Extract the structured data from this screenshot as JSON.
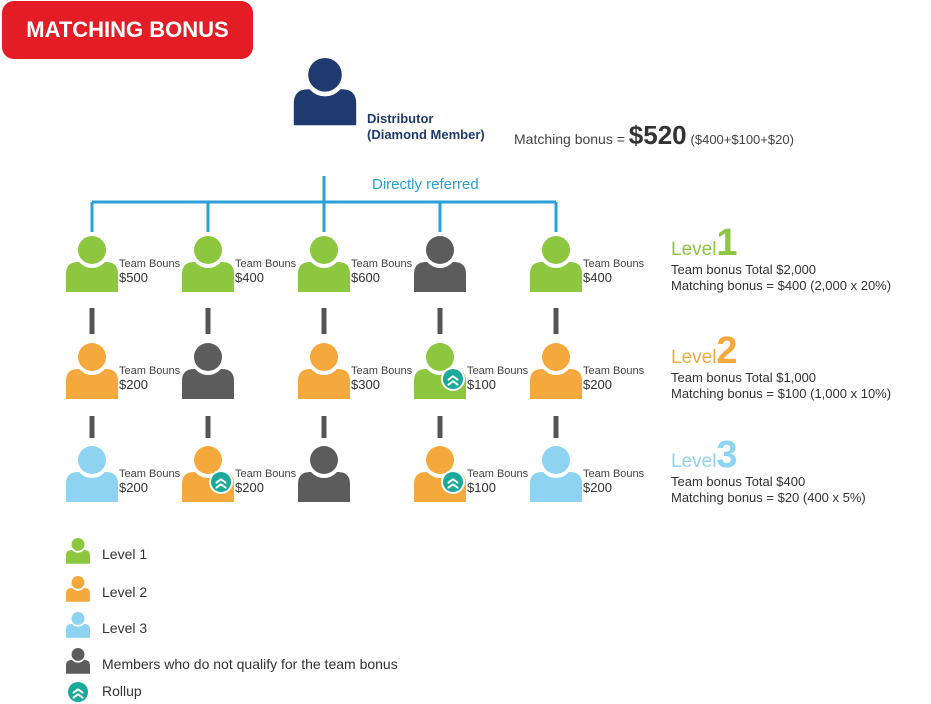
{
  "title": "MATCHING BONUS",
  "distributor": {
    "name": "Distributor\n(Diamond Member)",
    "matching_prefix": "Matching bonus = ",
    "matching_amount": "$520",
    "matching_breakdown": "($400+$100+$20)"
  },
  "directly_referred": "Directly referred",
  "team_label": "Team Bouns",
  "colors": {
    "level1": "#8dc63f",
    "level2": "#f5a93d",
    "level3": "#8ed3f1",
    "nonqualify": "#5c5c5c",
    "distributor": "#1f3a6e",
    "rollup": "#1aa99a",
    "line": "#2b9fd8"
  },
  "rows": [
    {
      "members": [
        {
          "type": "level1",
          "amount": "$500"
        },
        {
          "type": "level1",
          "amount": "$400"
        },
        {
          "type": "level1",
          "amount": "$600"
        },
        {
          "type": "nonqualify"
        },
        {
          "type": "level1",
          "amount": "$400"
        }
      ]
    },
    {
      "members": [
        {
          "type": "level2",
          "amount": "$200"
        },
        {
          "type": "nonqualify"
        },
        {
          "type": "level2",
          "amount": "$300"
        },
        {
          "type": "level1",
          "amount": "$100",
          "rollup": true
        },
        {
          "type": "level2",
          "amount": "$200"
        }
      ]
    },
    {
      "members": [
        {
          "type": "level3",
          "amount": "$200"
        },
        {
          "type": "level2",
          "amount": "$200",
          "rollup": true
        },
        {
          "type": "nonqualify"
        },
        {
          "type": "level2",
          "amount": "$100",
          "rollup": true
        },
        {
          "type": "level3",
          "amount": "$200"
        }
      ]
    }
  ],
  "levels": [
    {
      "word": "Level",
      "num": "1",
      "total": "Team bonus Total $2,000",
      "matching": "Matching bonus = $400 (2,000 x 20%)"
    },
    {
      "word": "Level",
      "num": "2",
      "total": "Team bonus Total $1,000",
      "matching": "Matching bonus = $100 (1,000 x 10%)"
    },
    {
      "word": "Level",
      "num": "3",
      "total": "Team bonus Total $400",
      "matching": "Matching bonus = $20 (400 x 5%)"
    }
  ],
  "legend": [
    {
      "type": "level1",
      "label": "Level 1"
    },
    {
      "type": "level2",
      "label": "Level 2"
    },
    {
      "type": "level3",
      "label": "Level 3"
    },
    {
      "type": "nonqualify",
      "label": "Members who do not qualify for the team bonus"
    },
    {
      "type": "rollup",
      "label": "Rollup"
    }
  ]
}
